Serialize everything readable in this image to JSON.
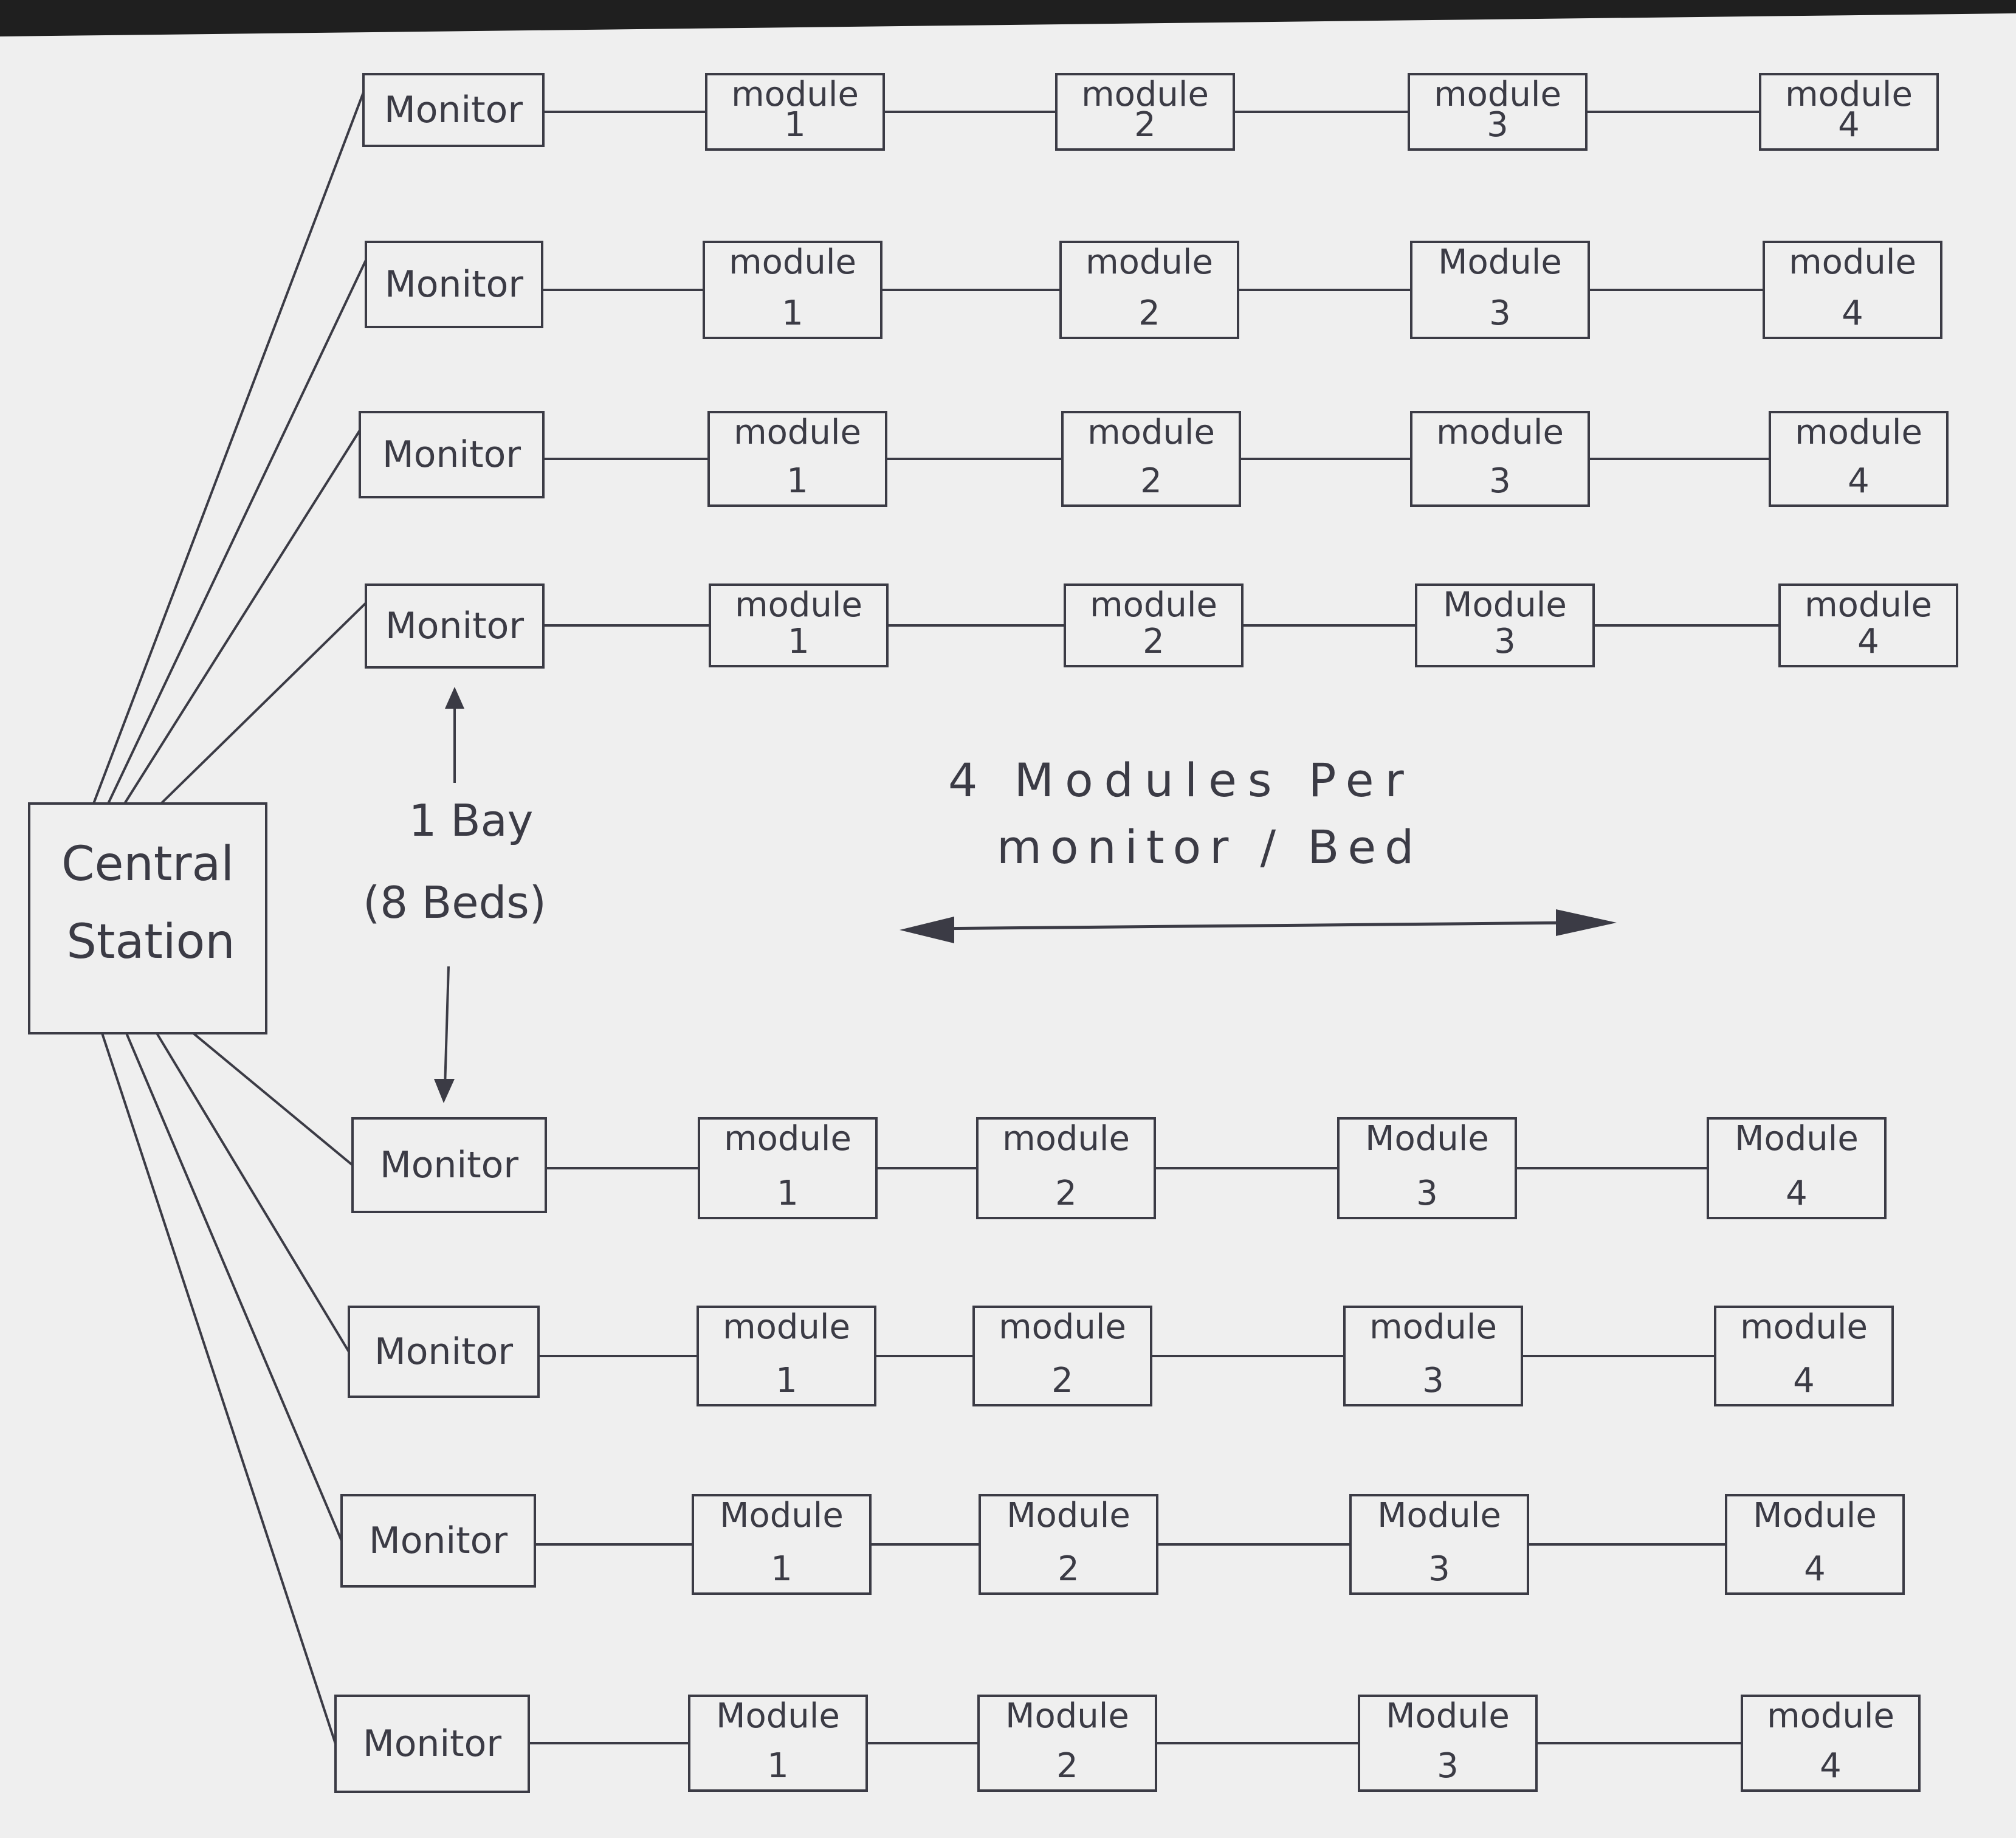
{
  "central_station": {
    "line1": "Central",
    "line2": "Station"
  },
  "bay_note": {
    "line1": "1 Bay",
    "line2": "(8 Beds)"
  },
  "module_note": {
    "line1": "4 Modules Per",
    "line2": "monitor / Bed"
  },
  "monitor_label": "Monitor",
  "module_word": "module",
  "rows": [
    {
      "monitor": "Monitor",
      "modules": [
        {
          "label": "module",
          "num": "1"
        },
        {
          "label": "module",
          "num": "2"
        },
        {
          "label": "module",
          "num": "3"
        },
        {
          "label": "module",
          "num": "4"
        }
      ]
    },
    {
      "monitor": "Monitor",
      "modules": [
        {
          "label": "module",
          "num": "1"
        },
        {
          "label": "module",
          "num": "2"
        },
        {
          "label": "Module",
          "num": "3"
        },
        {
          "label": "module",
          "num": "4"
        }
      ]
    },
    {
      "monitor": "Monitor",
      "modules": [
        {
          "label": "module",
          "num": "1"
        },
        {
          "label": "module",
          "num": "2"
        },
        {
          "label": "module",
          "num": "3"
        },
        {
          "label": "module",
          "num": "4"
        }
      ]
    },
    {
      "monitor": "Monitor",
      "modules": [
        {
          "label": "module",
          "num": "1"
        },
        {
          "label": "module",
          "num": "2"
        },
        {
          "label": "Module",
          "num": "3"
        },
        {
          "label": "module",
          "num": "4"
        }
      ]
    },
    {
      "monitor": "Monitor",
      "modules": [
        {
          "label": "module",
          "num": "1"
        },
        {
          "label": "module",
          "num": "2"
        },
        {
          "label": "Module",
          "num": "3"
        },
        {
          "label": "Module",
          "num": "4"
        }
      ]
    },
    {
      "monitor": "Monitor",
      "modules": [
        {
          "label": "module",
          "num": "1"
        },
        {
          "label": "module",
          "num": "2"
        },
        {
          "label": "module",
          "num": "3"
        },
        {
          "label": "module",
          "num": "4"
        }
      ]
    },
    {
      "monitor": "Monitor",
      "modules": [
        {
          "label": "Module",
          "num": "1"
        },
        {
          "label": "Module",
          "num": "2"
        },
        {
          "label": "Module",
          "num": "3"
        },
        {
          "label": "Module",
          "num": "4"
        }
      ]
    },
    {
      "monitor": "Monitor",
      "modules": [
        {
          "label": "Module",
          "num": "1"
        },
        {
          "label": "Module",
          "num": "2"
        },
        {
          "label": "Module",
          "num": "3"
        },
        {
          "label": "module",
          "num": "4"
        }
      ]
    }
  ],
  "colors": {
    "paper": "#efefef",
    "ink": "#3b3b45",
    "background": "#1f1f1f"
  }
}
